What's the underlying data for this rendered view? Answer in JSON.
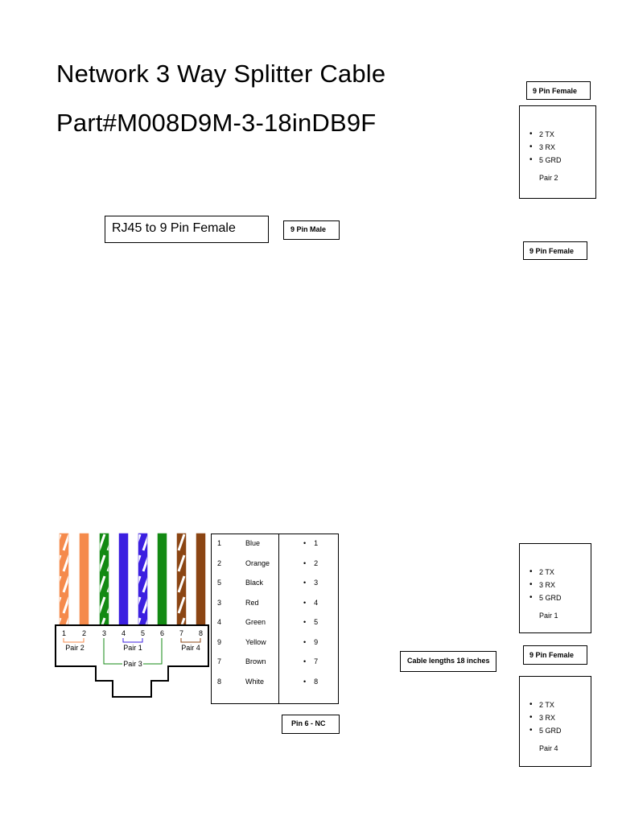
{
  "title_line1": "Network 3 Way Splitter Cable",
  "title_line2": "Part#M008D9M-3-18inDB9F",
  "rj45_label": "RJ45 to 9 Pin Female",
  "male_label": "9 Pin Male",
  "female_labels": [
    "9 Pin Female",
    "9 Pin Female",
    "9 Pin Female"
  ],
  "pin_boxes": [
    {
      "pins": [
        "2 TX",
        "3 RX",
        "5 GRD"
      ],
      "pair": "Pair 2"
    },
    {
      "pins": [
        "2 TX",
        "3 RX",
        "5 GRD"
      ],
      "pair": "Pair 1"
    },
    {
      "pins": [
        "2 TX",
        "3 RX",
        "5 GRD"
      ],
      "pair": "Pair 4"
    }
  ],
  "mapping": {
    "rows": [
      {
        "pin": "1",
        "color": "Blue",
        "db": "1"
      },
      {
        "pin": "2",
        "color": "Orange",
        "db": "2"
      },
      {
        "pin": "5",
        "color": "Black",
        "db": "3"
      },
      {
        "pin": "3",
        "color": "Red",
        "db": "4"
      },
      {
        "pin": "4",
        "color": "Green",
        "db": "5"
      },
      {
        "pin": "9",
        "color": "Yellow",
        "db": "9"
      },
      {
        "pin": "7",
        "color": "Brown",
        "db": "7"
      },
      {
        "pin": "8",
        "color": "White",
        "db": "8"
      }
    ]
  },
  "pin6_note": "Pin 6 - NC",
  "cable_note": "Cable lengths 18 inches",
  "connector": {
    "pin_numbers": [
      "1",
      "2",
      "3",
      "4",
      "5",
      "6",
      "7",
      "8"
    ],
    "pair_labels": [
      "Pair 2",
      "Pair 1",
      "Pair 4",
      "Pair 3"
    ],
    "wire_colors": [
      "#F58A4B",
      "#F58A4B",
      "#138A13",
      "#3B1FE0",
      "#3B1FE0",
      "#138A13",
      "#8B4513",
      "#8B4513"
    ],
    "wire_striped": [
      true,
      false,
      true,
      false,
      true,
      false,
      true,
      false
    ]
  }
}
